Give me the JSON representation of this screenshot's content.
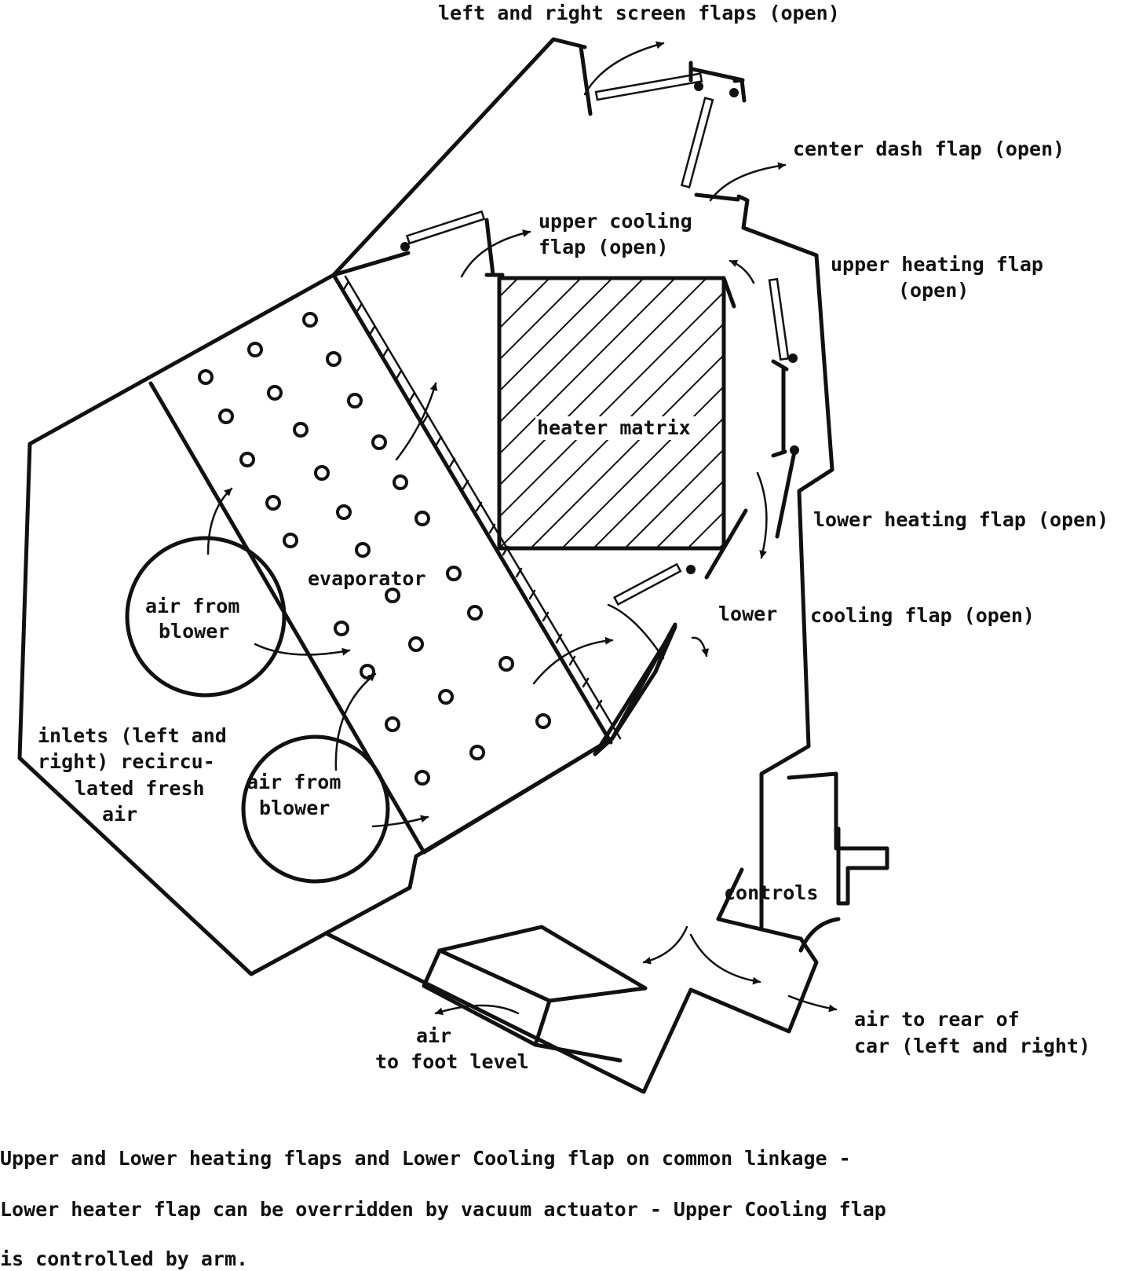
{
  "labels": {
    "screen_flaps": "left and right screen flaps (open)",
    "center_dash": "center dash flap (open)",
    "upper_cooling_1": "upper cooling",
    "upper_cooling_2": "flap (open)",
    "upper_heating_1": "upper heating flap",
    "upper_heating_2": "(open)",
    "heater_matrix": "heater matrix",
    "lower_heating": "lower heating flap (open)",
    "evaporator": "evaporator",
    "lower_cooling_a": "lower",
    "lower_cooling_b": "cooling flap (open)",
    "blower1_1": "air from",
    "blower1_2": "blower",
    "blower2_1": "air from",
    "blower2_2": "blower",
    "inlets_1": "inlets (left and",
    "inlets_2": "right) recircu-",
    "inlets_3": "lated fresh",
    "inlets_4": "air",
    "controls": "controls",
    "rear_1": "air to rear of",
    "rear_2": "car (left and right)",
    "foot_1": "air",
    "foot_2": "to foot level"
  },
  "caption": {
    "line1": "Upper and Lower heating flaps and Lower Cooling flap on common linkage -",
    "line2": "Lower heater flap can be overridden by vacuum actuator - Upper Cooling flap",
    "line3": "is controlled by arm."
  }
}
